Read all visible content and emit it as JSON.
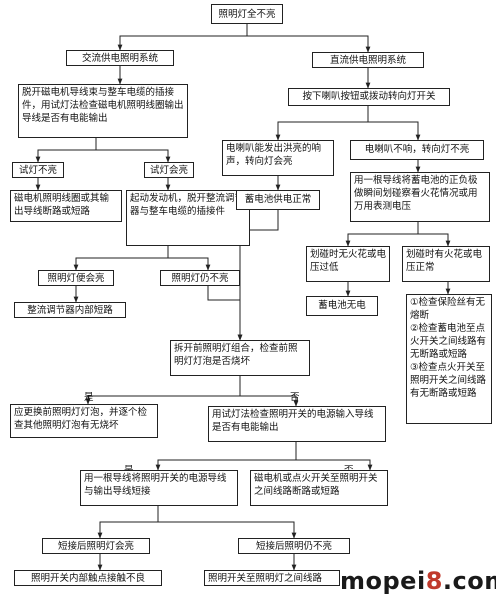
{
  "title": "照明灯全不亮",
  "ac": {
    "branch": "交流供电照明系统",
    "check": "脱开磁电机导线束与整车电缆的插接件，用试灯法检查磁电机照明线圈输出导线是否有电能输出",
    "no_light": "试灯不亮",
    "no_light_result": "磁电机照明线圈或其输出导线断路或短路",
    "light": "试灯会亮",
    "start_engine": "起动发动机，脱开整流调节器与整车电缆的插接件",
    "lamp_on": "照明灯便会亮",
    "lamp_on_result": "整流调节器内部短路",
    "lamp_off": "照明灯仍不亮"
  },
  "dc": {
    "branch": "直流供电照明系统",
    "press_horn": "按下喇叭按钮或拨动转向灯开关",
    "horn_ok": "电喇叭能发出洪亮的响声，转向灯会亮",
    "battery_ok": "蓄电池供电正常",
    "horn_fail": "电喇叭不响，转向灯不亮",
    "scratch_test": "用一根导线将蓄电池的正负极做瞬间划碰察看火花情况或用万用表测电压",
    "no_spark": "划碰时无火花或电压过低",
    "battery_dead": "蓄电池无电",
    "spark": "划碰时有火花或电压正常",
    "checklist": "①检查保险丝有无熔断\n②检查蓄电池至点火开关之间线路有无断路或短路\n③检查点火开关至照明开关之间线路有无断路或短路"
  },
  "common": {
    "remove_headlight": "拆开前照明灯组合，检查前照明灯灯泡是否烧坏",
    "yes": "是",
    "no": "否",
    "replace_bulb": "应更换前照明灯灯泡，并逐个检查其他照明灯泡有无烧坏",
    "test_switch_input": "用试灯法检查照明开关的电源输入导线是否有电能输出",
    "short_switch": "用一根导线将照明开关的电源导线与输出导线短接",
    "fault_wiring": "磁电机或点火开关至照明开关之间线路断路或短路",
    "after_short_on": "短接后照明灯会亮",
    "after_short_off": "短接后照明仍不亮",
    "switch_contact_bad": "照明开关内部触点接触不良",
    "switch_to_lamp": "照明开关至照明灯之间线路"
  },
  "watermark": {
    "text_a": "mopei",
    "text_n": "8",
    "text_b": ".com"
  }
}
